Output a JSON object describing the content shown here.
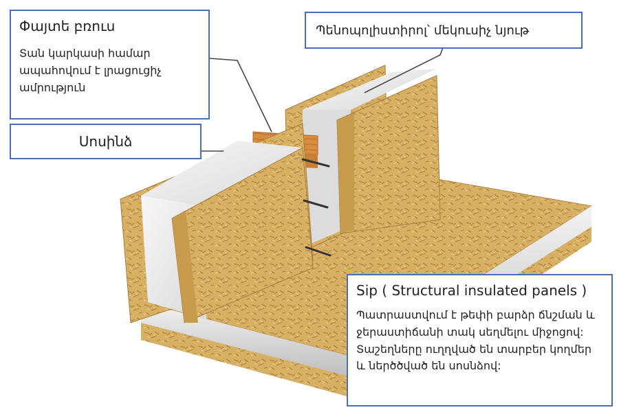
{
  "callouts": {
    "beam": {
      "title": "Փայտե բռուս",
      "description": "Տան կարկասի համար ապահովում է լրացուցիչ ամրություն"
    },
    "column": {
      "title": "Սոսինձ"
    },
    "foam": {
      "title": "Պենոպոլիստիրոլ՝ մեկուսիչ նյութ"
    },
    "sip": {
      "title": "Sip ( Structural insulated panels )",
      "description": "Պատրաստվում է թեփի բարձր ճնշման և ջերաստիճանի տակ սեղմելու միջոցով: Տաշեղները ուղղված են տարբեր կողմեր և ներծծված են սոսնձով:"
    }
  },
  "colors": {
    "osb": "#d9b266",
    "osb_dark": "#b98d43",
    "foam": "#eeeeee",
    "beam": "#d9903f",
    "callout_border": "#4a6fb5"
  }
}
